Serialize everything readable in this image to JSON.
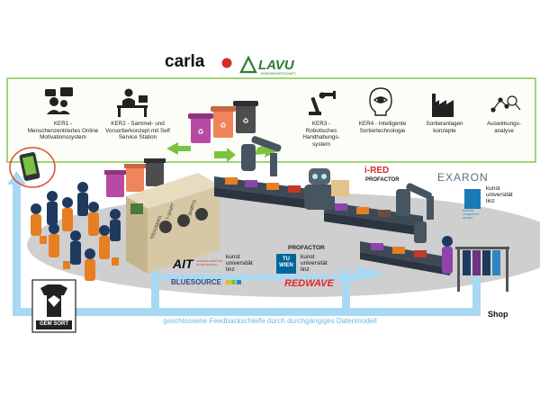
{
  "partners_top": {
    "carla": "carla",
    "lavu": "LAVU",
    "lavu_sub": "ENERGIEWIRTSCHAFT"
  },
  "ker_items": [
    {
      "label": "KER1 - Menschenzentriertes Online Motivationssystem",
      "icon": "people-chat-icon"
    },
    {
      "label": "KER2 - Sammel- und Vorsortierkonzept mit Self Service Station",
      "icon": "desk-worker-icon"
    },
    {
      "label": "KER3 - Robotisches Handhabungs-system",
      "icon": "robot-arm-icon"
    },
    {
      "label": "KER4 - Intelligente Sortiertechnologie",
      "icon": "brain-eye-icon"
    },
    {
      "label": "Sortieranlagen konzepte",
      "icon": "factory-icon"
    },
    {
      "label": "Auswirkungs-analyse",
      "icon": "analytics-icon"
    }
  ],
  "station": {
    "label1": "T-SHIRT",
    "label2": "SHIRTS",
    "label3": "TROUSERS"
  },
  "partners": {
    "ait": "AIT",
    "ait_sub": "AUSTRIAN INSTITUTE OF TECHNOLOGY",
    "kunstuni": "kunst universität linz",
    "bluesource": "BLUESOURCE",
    "profactor": "PROFACTOR",
    "tuwien": "TU WIEN",
    "redwave": "REDWAVE",
    "ired": "i-RED",
    "profactor2": "PROFACTOR",
    "exaron": "EXARON",
    "montan": "MONTAN UNIVERSITÄT LEOBEN"
  },
  "shop_label": "Shop",
  "gem_sort_label": "GEM SORT",
  "feedback_label": "geschlossene Feedbackschleife durch durchgängiges Datenmodell",
  "colors": {
    "accent_green": "#7cc242",
    "loop_blue": "#a9d8f2",
    "bin_purple": "#b94aa3",
    "bin_orange": "#f0845a",
    "bin_gray": "#4d4d4d",
    "conveyor": "#3d4a55",
    "robot": "#465560",
    "clothes_orange": "#e67e22"
  }
}
